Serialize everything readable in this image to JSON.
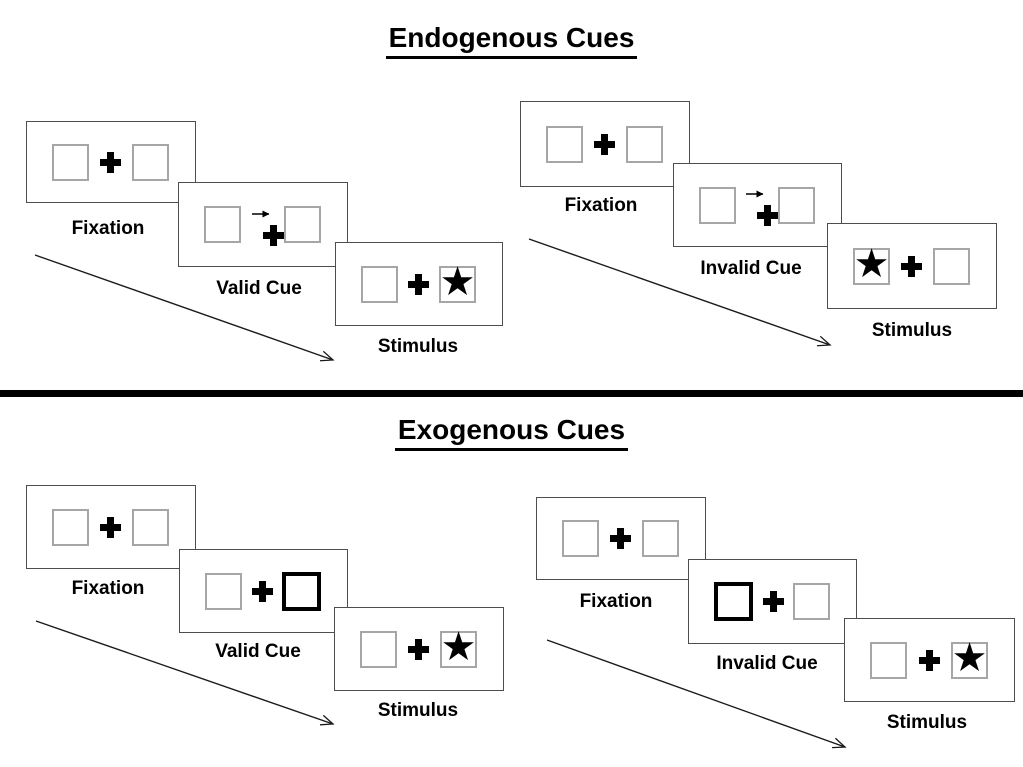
{
  "glyphs": {
    "star": "★"
  },
  "colors": {
    "background": "#ffffff",
    "panel_border": "#4d4d4d",
    "box_border": "#a6a6a6",
    "cue_box_border": "#000000",
    "divider": "#000000",
    "text": "#000000"
  },
  "sections": [
    {
      "title": "Endogenous Cues",
      "groups": [
        {
          "name": "valid",
          "cue_type": "central-arrow",
          "cue_direction": "right",
          "stimulus_side": "right",
          "labels": {
            "fixation": "Fixation",
            "cue": "Valid Cue",
            "stimulus": "Stimulus"
          }
        },
        {
          "name": "invalid",
          "cue_type": "central-arrow",
          "cue_direction": "right",
          "stimulus_side": "left",
          "labels": {
            "fixation": "Fixation",
            "cue": "Invalid Cue",
            "stimulus": "Stimulus"
          }
        }
      ]
    },
    {
      "title": "Exogenous Cues",
      "groups": [
        {
          "name": "valid",
          "cue_type": "peripheral-box",
          "cue_side": "right",
          "stimulus_side": "right",
          "labels": {
            "fixation": "Fixation",
            "cue": "Valid Cue",
            "stimulus": "Stimulus"
          }
        },
        {
          "name": "invalid",
          "cue_type": "peripheral-box",
          "cue_side": "left",
          "stimulus_side": "right",
          "labels": {
            "fixation": "Fixation",
            "cue": "Invalid Cue",
            "stimulus": "Stimulus"
          }
        }
      ]
    }
  ]
}
